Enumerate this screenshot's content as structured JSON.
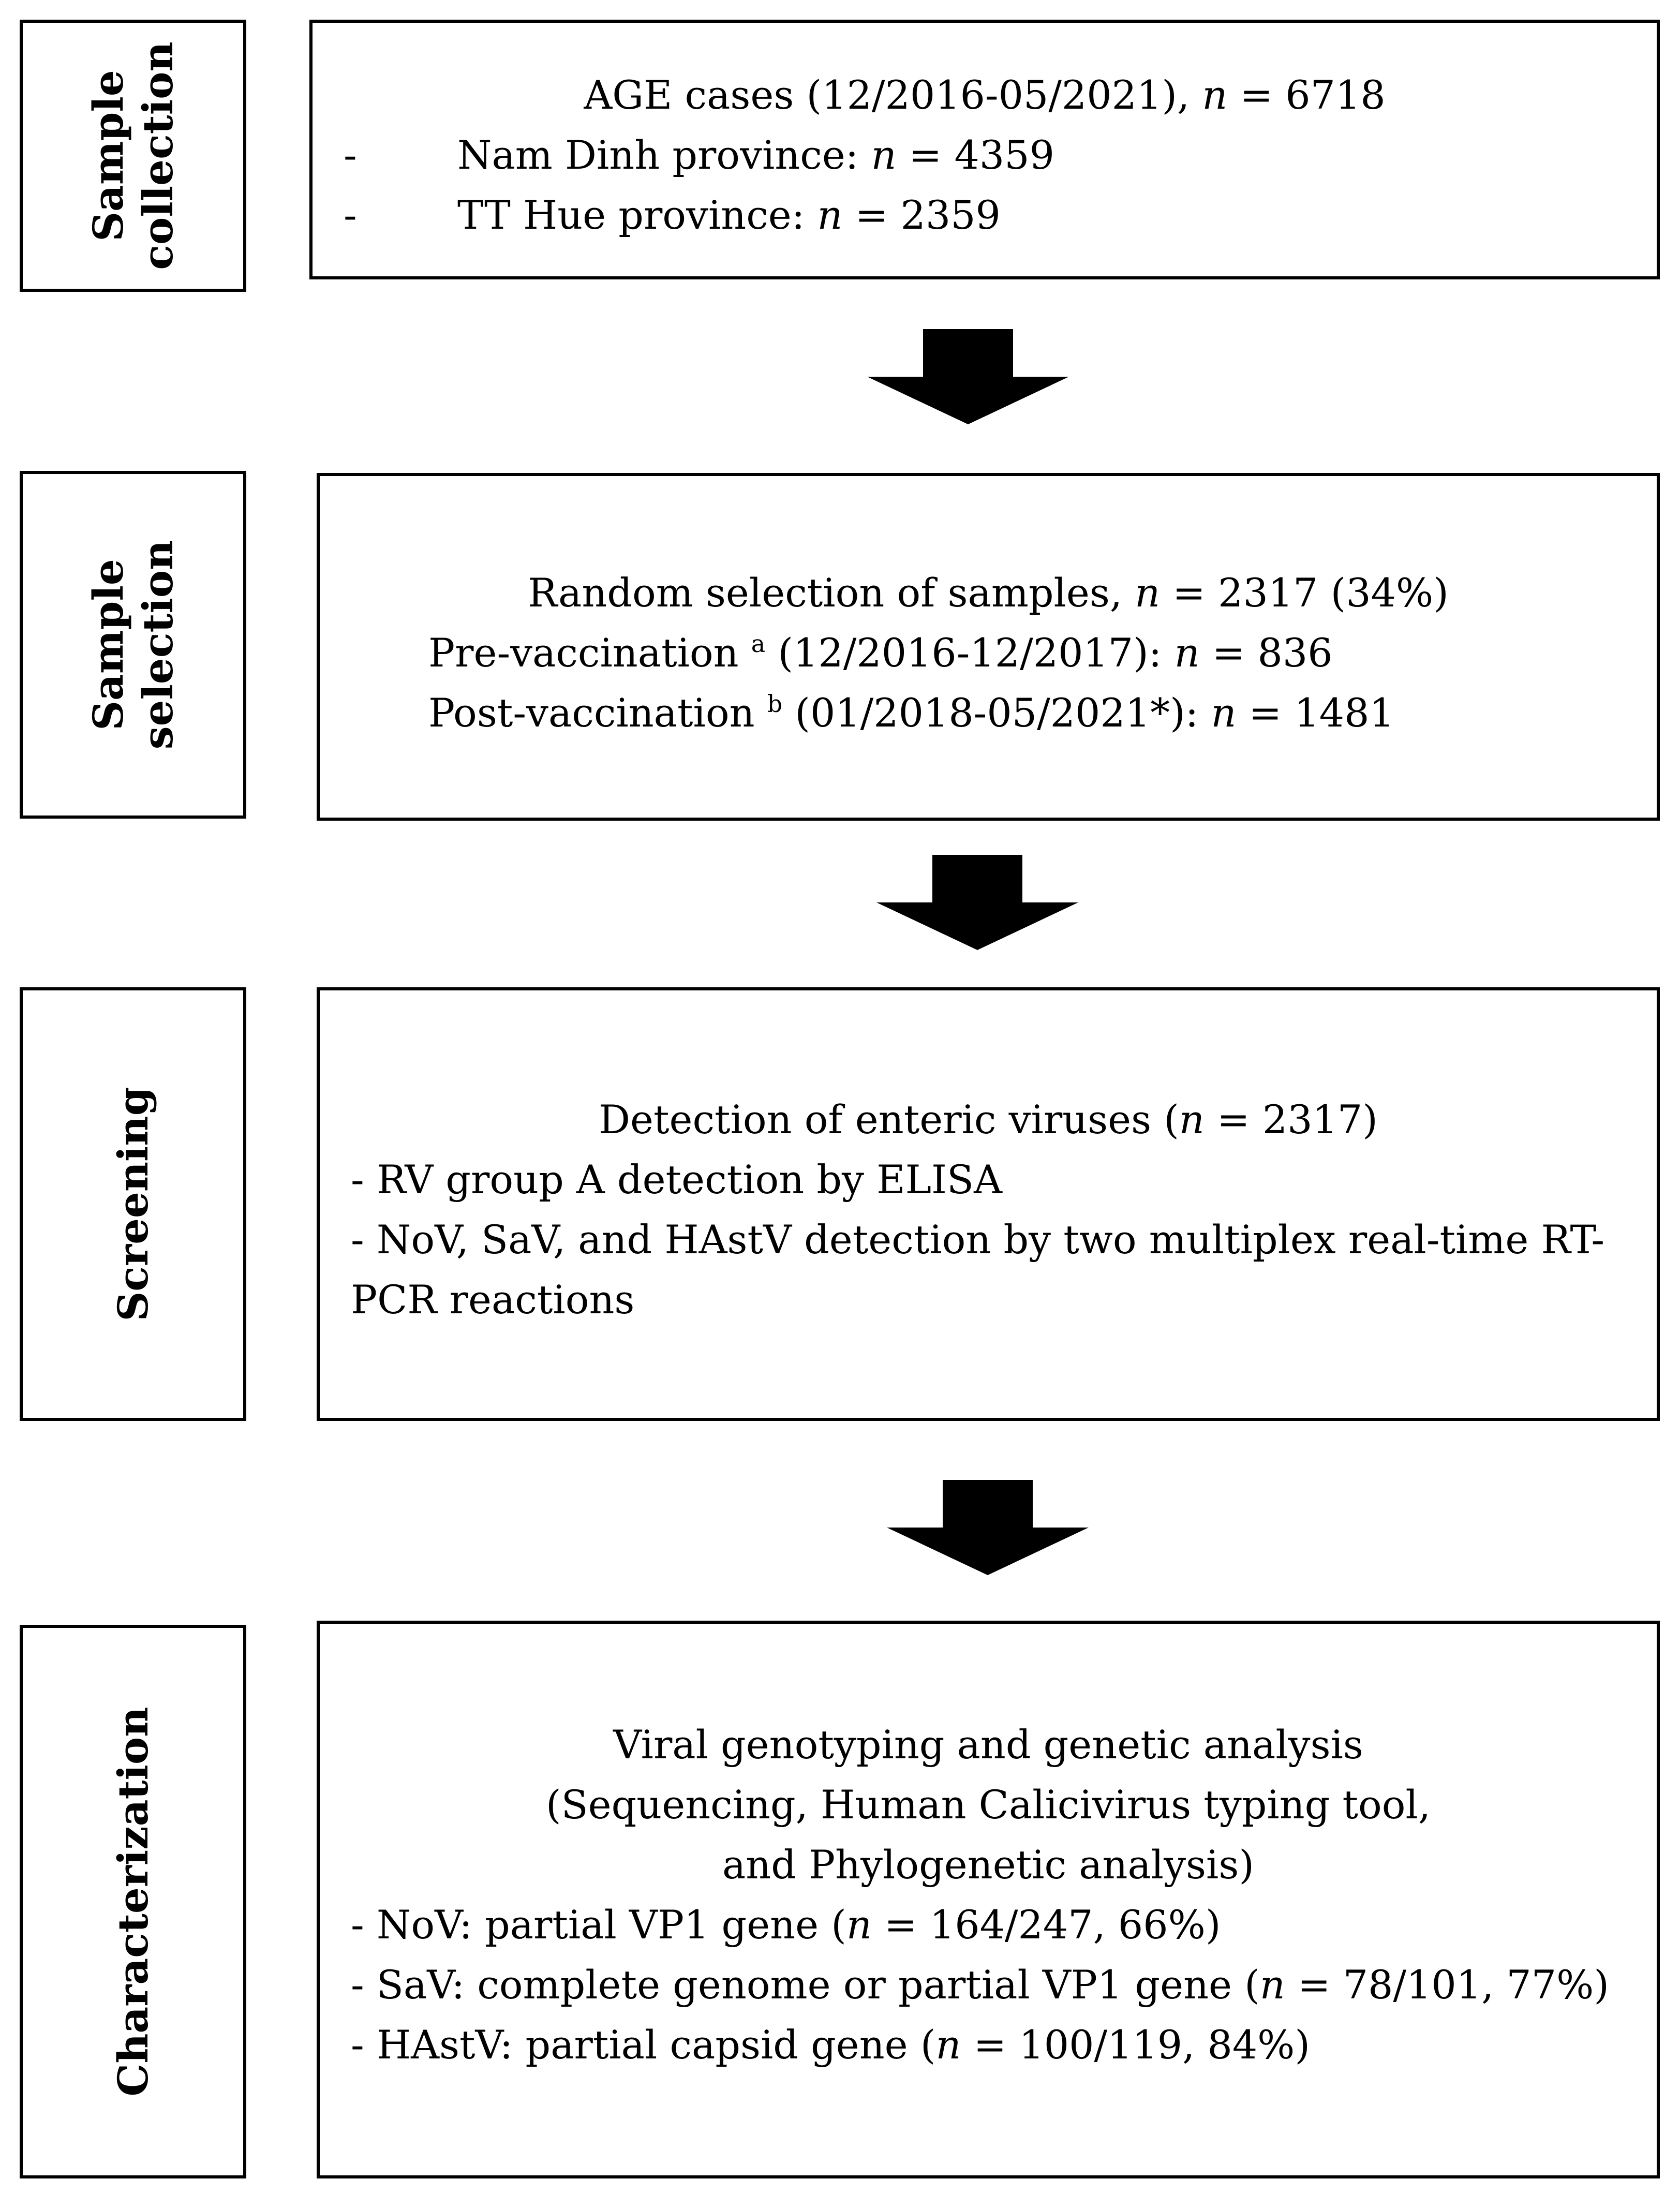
{
  "stages": [
    {
      "label_lines": [
        "Sample",
        "collection"
      ],
      "title": {
        "pre": "AGE cases (12/2016-05/2021), ",
        "n": "n",
        "post": " = 6718"
      },
      "items": [
        {
          "bullet": "-",
          "pre": "Nam Dinh province: ",
          "n": "n",
          "post": " = 4359"
        },
        {
          "bullet": "-",
          "pre": "TT Hue province: ",
          "n": "n",
          "post": " = 2359"
        }
      ]
    },
    {
      "label_lines": [
        "Sample",
        "selection"
      ],
      "title": {
        "pre": "Random selection of samples, ",
        "n": "n",
        "post": " = 2317 (34%)"
      },
      "items": [
        {
          "pre": "Pre-vaccination ",
          "sup": "a",
          "mid": " (12/2016-12/2017): ",
          "n": "n",
          "post": " = 836"
        },
        {
          "pre": "Post-vaccination ",
          "sup": "b",
          "mid": " (01/2018-05/2021*): ",
          "n": "n",
          "post": " = 1481"
        }
      ]
    },
    {
      "label_lines": [
        "Screening"
      ],
      "title": {
        "pre": "Detection of enteric viruses (",
        "n": "n",
        "post": " = 2317)"
      },
      "items": [
        {
          "text": "- RV group A detection by ELISA"
        },
        {
          "text": "- NoV, SaV, and HAstV detection by two multiplex real-time RT-"
        },
        {
          "text": "PCR reactions"
        }
      ]
    },
    {
      "label_lines": [
        "Characterization"
      ],
      "title_lines": [
        "Viral genotyping and genetic analysis",
        "(Sequencing, Human Calicivirus typing tool,",
        "and Phylogenetic analysis)"
      ],
      "items": [
        {
          "pre": "- NoV: partial VP1 gene (",
          "n": "n",
          "post": " = 164/247, 66%)"
        },
        {
          "pre": "- SaV: complete genome or partial VP1 gene (",
          "n": "n",
          "post": " = 78/101, 77%)"
        },
        {
          "pre": "- HAstV: partial capsid gene (",
          "n": "n",
          "post": " = 100/119, 84%)"
        }
      ]
    }
  ]
}
